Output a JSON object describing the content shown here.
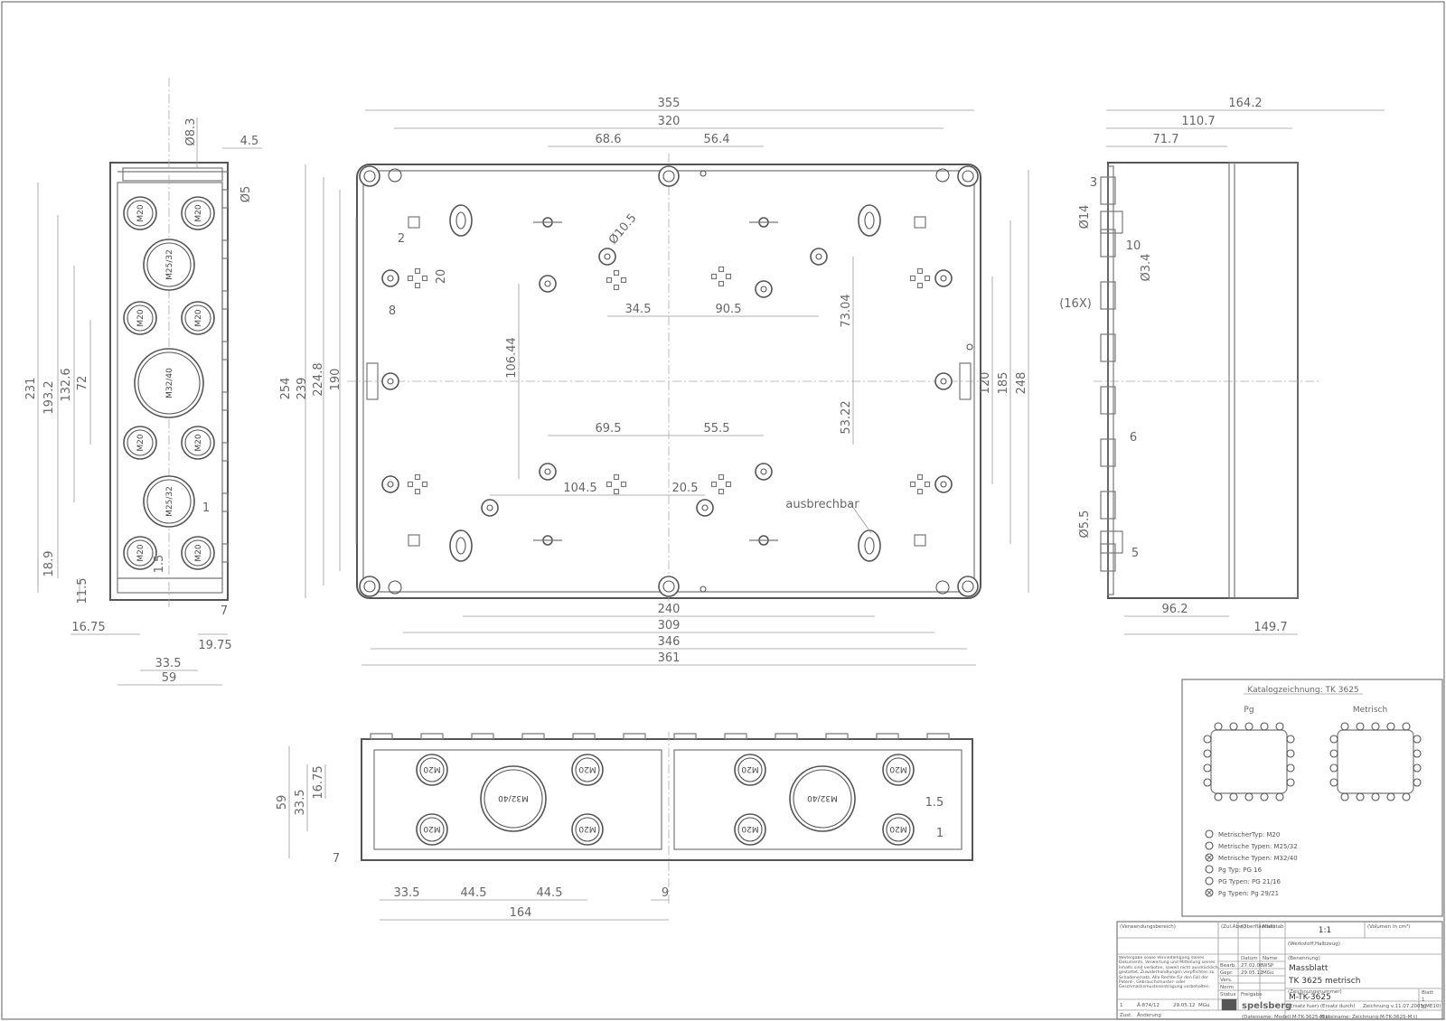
{
  "drawing": {
    "left_view": {
      "dims_v": [
        "231",
        "193.2",
        "132.6",
        "72",
        "18.9",
        "11.5"
      ],
      "dims_h": [
        "16.75",
        "33.5",
        "59",
        "19.75",
        "7"
      ],
      "dims_top": [
        "Ø8.3",
        "4.5",
        "Ø5"
      ],
      "small_dims": [
        "1",
        "1.5"
      ],
      "glands": [
        "M20",
        "M20",
        "M25/32",
        "M20",
        "M20",
        "M32/40",
        "M20",
        "M20",
        "M25/32",
        "M20",
        "M20"
      ]
    },
    "front_view": {
      "dims_top": [
        "355",
        "320",
        "68.6",
        "56.4"
      ],
      "dims_left": [
        "254",
        "239",
        "224.8",
        "190"
      ],
      "dims_right": [
        "120",
        "185",
        "248"
      ],
      "dims_bottom": [
        "240",
        "309",
        "346",
        "361"
      ],
      "dims_inner": [
        "2",
        "20",
        "8",
        "Ø10.5",
        "34.5",
        "90.5",
        "73.04",
        "106.44",
        "69.5",
        "55.5",
        "53.22",
        "104.5",
        "20.5"
      ],
      "callout": "ausbrechbar"
    },
    "right_view": {
      "dims_top": [
        "164.2",
        "110.7",
        "71.7"
      ],
      "dims_side": [
        "3",
        "Ø14",
        "10",
        "Ø3.4",
        "(16X)",
        "6",
        "Ø5.5",
        "5"
      ],
      "dims_bottom": [
        "96.2",
        "149.7"
      ]
    },
    "bottom_view": {
      "dims_v": [
        "59",
        "33.5",
        "16.75",
        "7"
      ],
      "dims_h": [
        "33.5",
        "44.5",
        "44.5",
        "9",
        "164"
      ],
      "dims_small": [
        "1.5",
        "1"
      ],
      "glands_left": [
        "M20",
        "M32/40",
        "M20",
        "M20",
        "M20"
      ],
      "glands_right": [
        "M20",
        "M32/40",
        "M20",
        "M20",
        "M20"
      ]
    }
  },
  "catalog": {
    "title": "Katalogzeichnung: TK 3625",
    "col_pg": "Pg",
    "col_metric": "Metrisch",
    "legend": [
      "MetrischerTyp: M20",
      "Metrische Typen: M25/32",
      "Metrische Typen: M32/40",
      "Pg Typ: PG 16",
      "PG Typen: PG 21/16",
      "Pg Typen: Pg 29/21"
    ]
  },
  "title_block": {
    "verwendungsbereich": "(Verwendungsbereich)",
    "zul_abw": "(Zul.Abw.)",
    "oberflaeche": "(Oberfläeche)",
    "massstab_label": "Maßstab",
    "massstab": "1:1",
    "volumen": "(Volumen in cm³)",
    "werkstoff": "(Werkstoff,Halbzeug)",
    "copyright": "Weitergabe sowie Vervielfältigung dieses Dokuments, Verwertung und Mitteilung seines Inhalts sind verboten, soweit nicht ausdrücklich gestattet. Zuwiderhandlungen verpflichten zu Schadenersatz. Alle Rechte für den Fall der Patent-, Gebrauchsmuster- oder Geschmacksmustereintragung vorbehalten.",
    "datum": "Datum",
    "name": "Name",
    "bearb": "Bearb.",
    "bearb_date": "27.02.08",
    "bearb_name": "WSP",
    "gepr": "Gepr.",
    "gepr_date": "29.05.12",
    "gepr_name": "MGu",
    "vers": "Vers.",
    "norm": "Norm",
    "status": "Status",
    "freigabe": "Freigabe",
    "benennung_label": "(Benennung)",
    "benennung_1": "Massblatt",
    "benennung_2": "TK 3625 metrisch",
    "zeichnungsnummer_label": "(Zeichnungsnummer)",
    "zeichnungsnummer": "M-TK-3625",
    "ersatz": "(Ersatz fuer) (Ersatz durch)",
    "ersatz_detail": "Zeichnung v.11.07.2005(ME10)",
    "blatt": "Blatt",
    "blatt_no": "1",
    "bl": "Bl.",
    "rev_no": "1",
    "rev_ref": "Ä-874/12",
    "rev_date": "29.05.12",
    "rev_name": "MGu",
    "zust": "Zust.",
    "aenderung": "Änderung",
    "company": "spelsberg",
    "filename": "(Dateiname: Modell:M-TK-3625-M.t)",
    "filename2": "(Dateiname: Zeichnung:M-TK-3625-M.t)"
  }
}
